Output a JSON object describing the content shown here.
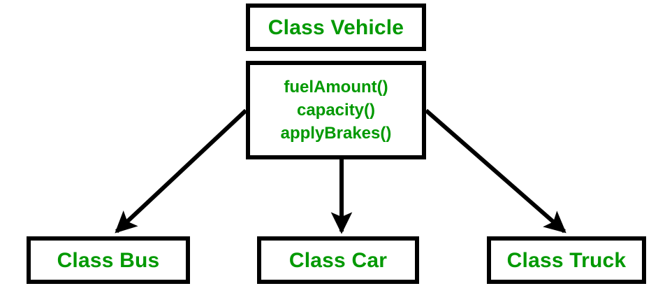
{
  "diagram": {
    "type": "uml-class-inheritance",
    "background_color": "#ffffff",
    "text_color": "#009900",
    "border_color": "#000000",
    "connector_color": "#000000",
    "parent": {
      "title": "Class Vehicle",
      "methods": [
        "fuelAmount()",
        "capacity()",
        "applyBrakes()"
      ]
    },
    "children": [
      {
        "title": "Class Bus"
      },
      {
        "title": "Class Car"
      },
      {
        "title": "Class Truck"
      }
    ],
    "connectors": [
      {
        "name": "vehicle-to-bus",
        "direction": "down-left"
      },
      {
        "name": "vehicle-to-car",
        "direction": "down"
      },
      {
        "name": "vehicle-to-truck",
        "direction": "down-right"
      }
    ]
  }
}
